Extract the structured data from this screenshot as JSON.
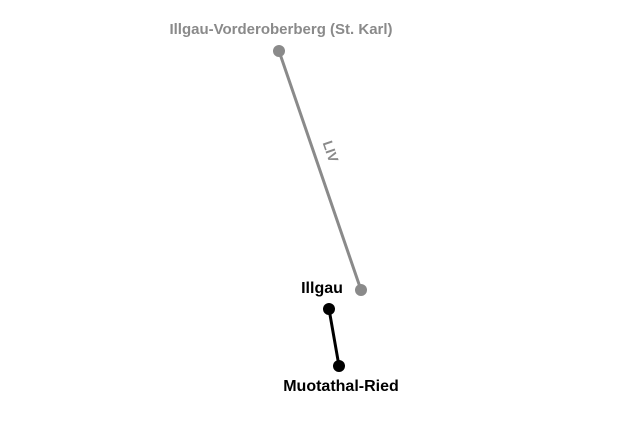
{
  "map": {
    "stations": [
      {
        "id": "illgau-vorderoberberg",
        "label": "Illgau-Vorderoberberg (St. Karl)",
        "color": "#8a8a8a"
      },
      {
        "id": "illgau-top",
        "label": "",
        "color": "#8a8a8a"
      },
      {
        "id": "illgau",
        "label": "Illgau",
        "color": "#000000"
      },
      {
        "id": "muotathal-ried",
        "label": "Muotathal-Ried",
        "color": "#000000"
      }
    ],
    "lines": [
      {
        "id": "liv",
        "label": "LIV",
        "from": "illgau-vorderoberberg",
        "to": "illgau-top",
        "color": "#8a8a8a"
      },
      {
        "id": "illgau-muotathal",
        "label": "",
        "from": "illgau",
        "to": "muotathal-ried",
        "color": "#000000"
      }
    ]
  }
}
